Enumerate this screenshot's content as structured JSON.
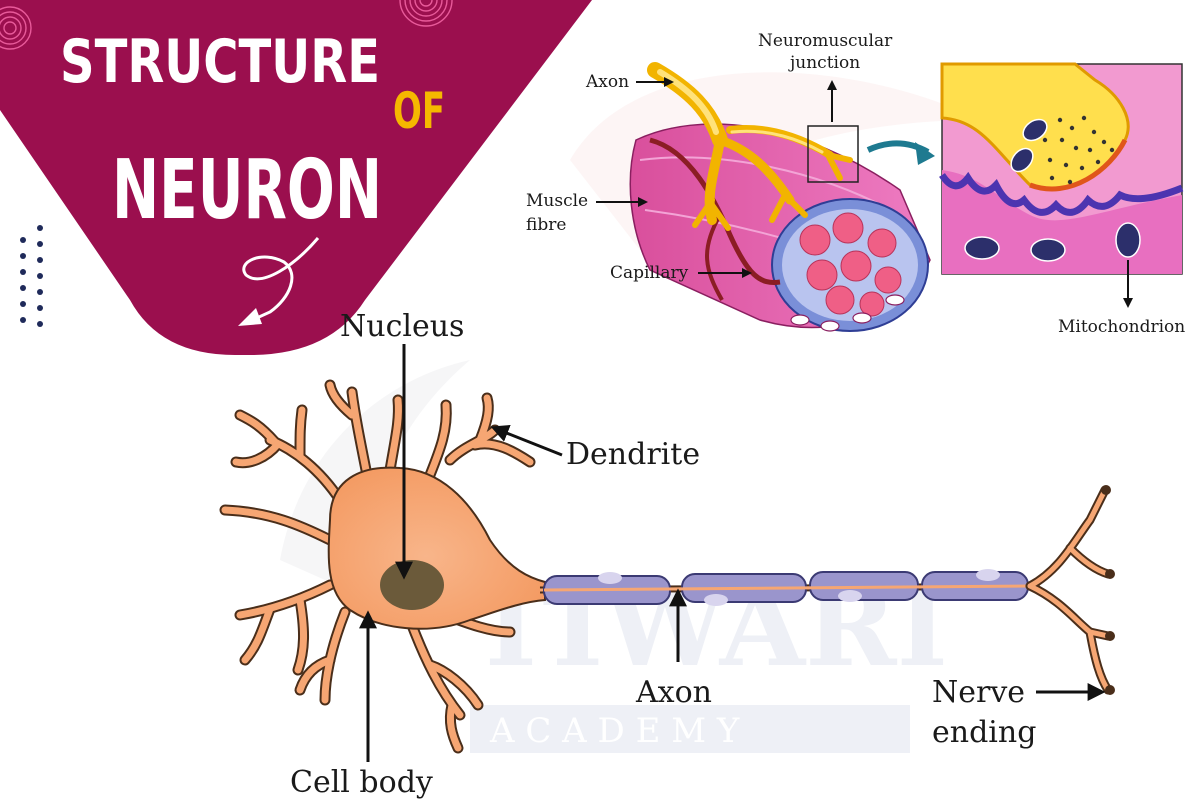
{
  "title": {
    "line1": "STRUCTURE",
    "connector": "OF",
    "line2": "NEURON"
  },
  "watermark": {
    "brand": "TIWARI",
    "sub": "A C A D E M Y"
  },
  "neuron_labels": {
    "nucleus": "Nucleus",
    "dendrite": "Dendrite",
    "cell_body": "Cell body",
    "axon": "Axon",
    "nerve_ending_1": "Nerve",
    "nerve_ending_2": "ending"
  },
  "nmj_labels": {
    "axon": "Axon",
    "nmj_1": "Neuromuscular",
    "nmj_2": "junction",
    "muscle_1": "Muscle",
    "muscle_2": "fibre",
    "capillary": "Capillary",
    "mitochondrion": "Mitochondrion"
  },
  "colors": {
    "banner": "#9b0f4e",
    "accent_yellow": "#f5b800",
    "neuron_body": "#f6a673",
    "neuron_outline": "#4a2e1a",
    "nucleus": "#6b5a3a",
    "myelin": "#9a95cc",
    "muscle": "#e25aa8",
    "axon_yellow": "#ffd23a",
    "dots_navy": "#1f2a5a"
  },
  "icons": {
    "curly_arrow": "curly-arrow-icon",
    "spiral": "spiral-icon",
    "dot_grid": "dot-grid-icon"
  }
}
